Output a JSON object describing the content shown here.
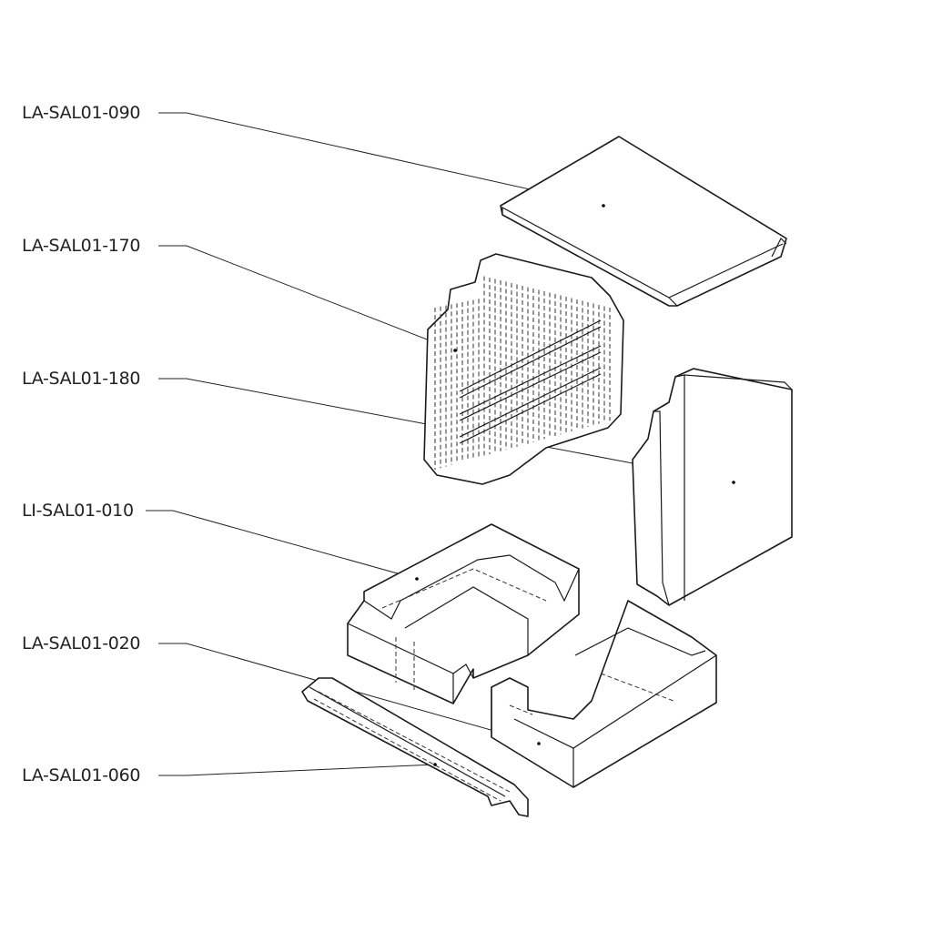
{
  "diagram": {
    "type": "exploded-assembly",
    "callouts": [
      {
        "id": "090",
        "label": "LA-SAL01-090"
      },
      {
        "id": "170",
        "label": "LA-SAL01-170"
      },
      {
        "id": "180",
        "label": "LA-SAL01-180"
      },
      {
        "id": "010",
        "label": "LI-SAL01-010"
      },
      {
        "id": "020",
        "label": "LA-SAL01-020"
      },
      {
        "id": "060",
        "label": "LA-SAL01-060"
      }
    ],
    "colors": {
      "line": "#1a1a1a",
      "background": "#ffffff"
    }
  }
}
